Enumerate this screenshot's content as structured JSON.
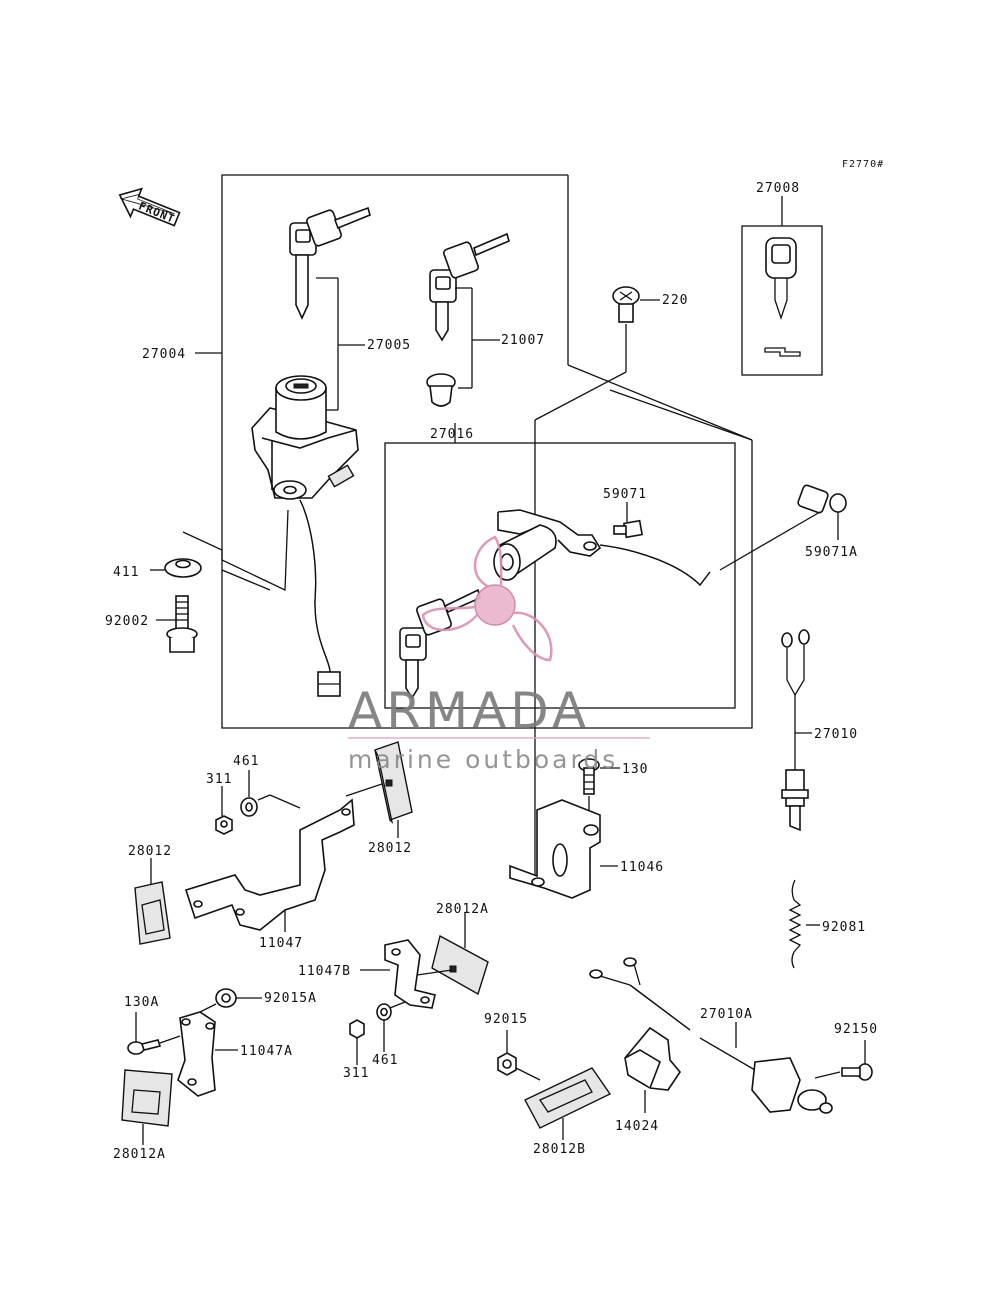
{
  "diagram": {
    "code": "F2770#",
    "front_label": "FRONT",
    "watermark": {
      "title": "ARMADA",
      "subtitle": "marine outboards",
      "accent": "#d98fb2"
    },
    "labels": {
      "l27008": "27008",
      "l220": "220",
      "l27004": "27004",
      "l27005": "27005",
      "l21007": "21007",
      "l27016": "27016",
      "l59071": "59071",
      "l59071A": "59071A",
      "l411": "411",
      "l92002": "92002",
      "l27010": "27010",
      "l461a": "461",
      "l311a": "311",
      "l130": "130",
      "l28012a": "28012",
      "l28012b": "28012",
      "l11046": "11046",
      "l11047": "11047",
      "l28012A": "28012A",
      "l92081": "92081",
      "l11047B": "11047B",
      "l130A": "130A",
      "l92015A": "92015A",
      "l11047A": "11047A",
      "l92015": "92015",
      "l27010A": "27010A",
      "l92150": "92150",
      "l311b": "311",
      "l461b": "461",
      "l28012A2": "28012A",
      "l14024": "14024",
      "l28012B": "28012B"
    }
  }
}
